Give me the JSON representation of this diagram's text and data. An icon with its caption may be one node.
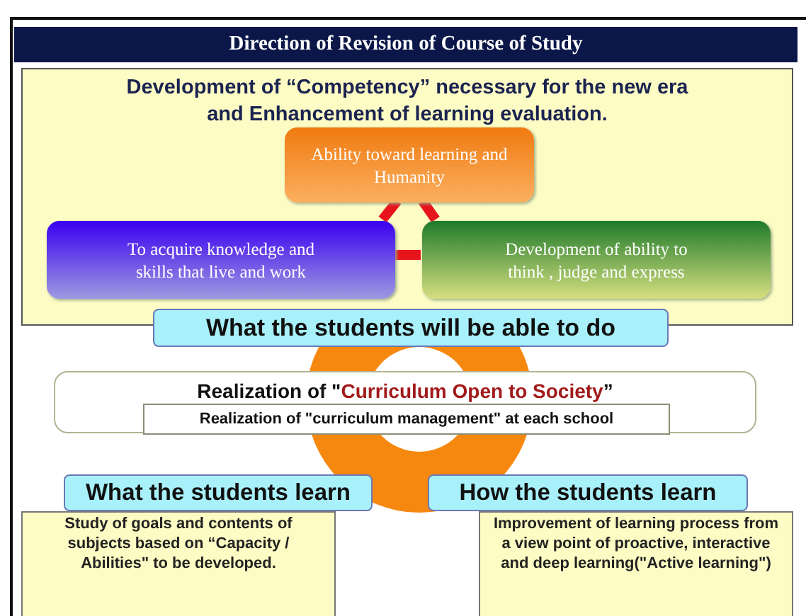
{
  "diagram": {
    "title": "Direction of Revision of Course of Study",
    "nodes": [
      {
        "text": [
          "Development of “Competency” necessary for the new era and Enhancement of learning evaluation."
        ]
      },
      {
        "text": [
          "Ability toward learning and Humanity"
        ],
        "in": 0
      },
      {
        "text": [
          "To acquire knowledge and skills that live and work"
        ],
        "in": 0
      },
      {
        "text": [
          "Development of ability to think , judge and express"
        ],
        "in": 0
      },
      {
        "text": [
          "What the students will be able to do"
        ]
      },
      {
        "text": [
          "Realization of \"*Curriculum Open to Society*”"
        ]
      },
      {
        "text": [
          "Realization of \"curriculum management\" at each school"
        ],
        "in": 5
      },
      {
        "text": [
          "What the students learn"
        ]
      },
      {
        "text": [
          "Study of goals and contents of subjects based on “Capacity / Abilities\" to be developed."
        ]
      },
      {
        "text": [
          "How the students learn"
        ]
      },
      {
        "text": [
          "Improvement of learning process from a view point of proactive, interactive and deep learning(\"Active learning\")"
        ]
      }
    ],
    "edges": [
      {
        "from": 1,
        "to": 2,
        "arrow": "none"
      },
      {
        "from": 1,
        "to": 3,
        "arrow": "none"
      },
      {
        "from": 2,
        "to": 3,
        "arrow": "none"
      }
    ]
  }
}
